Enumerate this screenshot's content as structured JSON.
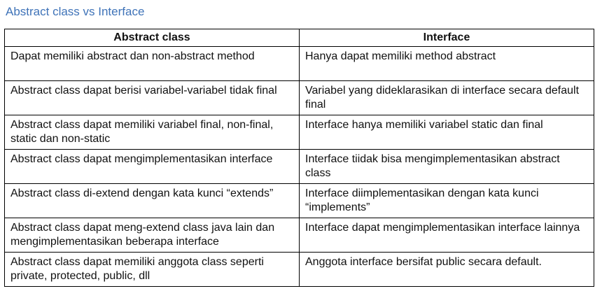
{
  "document": {
    "title": "Abstract class vs Interface"
  },
  "table": {
    "headers": [
      "Abstract class",
      "Interface"
    ],
    "rows": [
      [
        "Dapat memiliki abstract dan non-abstract method",
        "Hanya dapat memiliki method abstract"
      ],
      [
        "Abstract class dapat berisi variabel-variabel tidak final",
        "Variabel yang dideklarasikan di interface secara default final"
      ],
      [
        "Abstract class dapat memiliki variabel final, non-final, static dan non-static",
        "Interface hanya memiliki variabel static dan final"
      ],
      [
        "Abstract class dapat mengimplementasikan interface",
        "Interface tiidak bisa mengimplementasikan abstract class"
      ],
      [
        "Abstract class di-extend dengan kata kunci “extends”",
        "Interface diimplementasikan dengan kata kunci “implements”"
      ],
      [
        "Abstract class dapat meng-extend class java lain dan mengimplementasikan beberapa interface",
        "Interface dapat mengimplementasikan interface lainnya"
      ],
      [
        "Abstract class dapat memiliki anggota class seperti private, protected, public, dll",
        "Anggota interface bersifat public secara default."
      ]
    ]
  },
  "colors": {
    "heading": "#3f73b8",
    "border": "#000000",
    "text": "#111111"
  }
}
